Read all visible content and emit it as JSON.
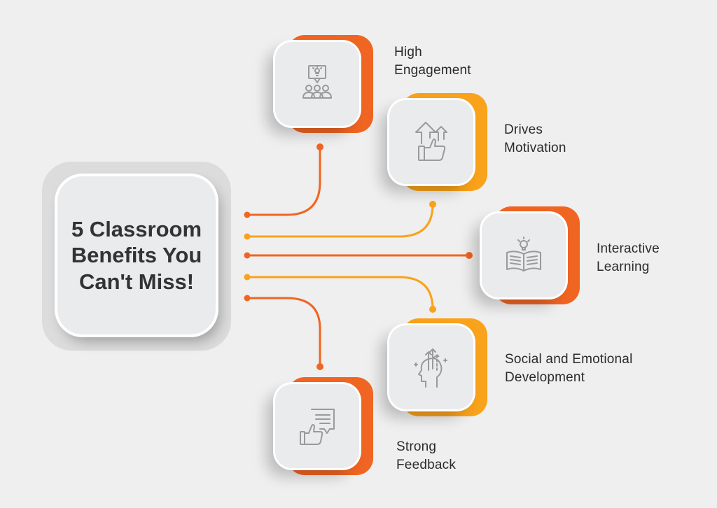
{
  "hub": {
    "title": "5 Classroom Benefits You Can't Miss!"
  },
  "colors": {
    "orange": "#f16522",
    "amber": "#f9a21b",
    "card": "#e9ebec",
    "hub_halo": "#dcdcdc",
    "background": "#efefef"
  },
  "benefits": [
    {
      "line1": "High",
      "line2": "Engagement",
      "icon": "presentation-audience-icon",
      "accent": "orange"
    },
    {
      "line1": "Drives",
      "line2": "Motivation",
      "icon": "thumbs-up-arrows-icon",
      "accent": "amber"
    },
    {
      "line1": "Interactive",
      "line2": "Learning",
      "icon": "open-book-lightbulb-icon",
      "accent": "orange"
    },
    {
      "line1": "Social and Emotional",
      "line2": "Development",
      "icon": "head-growth-arrows-icon",
      "accent": "amber"
    },
    {
      "line1": "Strong",
      "line2": "Feedback",
      "icon": "thumbs-up-chat-icon",
      "accent": "orange"
    }
  ]
}
